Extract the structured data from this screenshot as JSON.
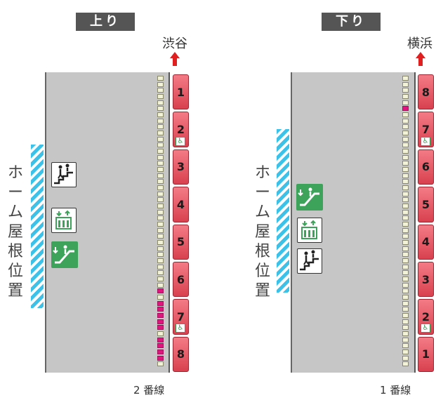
{
  "colors": {
    "car": "#e24a5a",
    "door_marked": "#e0157d",
    "roof_stripe": "#3cc1e8",
    "platform": "#c6c6c6",
    "label_bg": "#555555"
  },
  "left": {
    "direction": "上り",
    "destination": "渋谷",
    "roof_label": [
      "ホ",
      "ー",
      "ム",
      "屋",
      "根",
      "位",
      "置"
    ],
    "track": "2 番線",
    "cars": [
      "1",
      "2",
      "3",
      "4",
      "5",
      "6",
      "7",
      "8"
    ],
    "wheelchair_cars": [
      "2",
      "7"
    ],
    "icons": [
      "stairs-icon",
      "elevator-icon",
      "escalator-icon"
    ]
  },
  "right": {
    "direction": "下り",
    "destination": "横浜",
    "roof_label": [
      "ホ",
      "ー",
      "ム",
      "屋",
      "根",
      "位",
      "置"
    ],
    "track": "1 番線",
    "cars": [
      "8",
      "7",
      "6",
      "5",
      "4",
      "3",
      "2",
      "1"
    ],
    "wheelchair_cars": [
      "7",
      "2"
    ],
    "icons": [
      "escalator-icon",
      "elevator-icon",
      "stairs-icon"
    ]
  }
}
